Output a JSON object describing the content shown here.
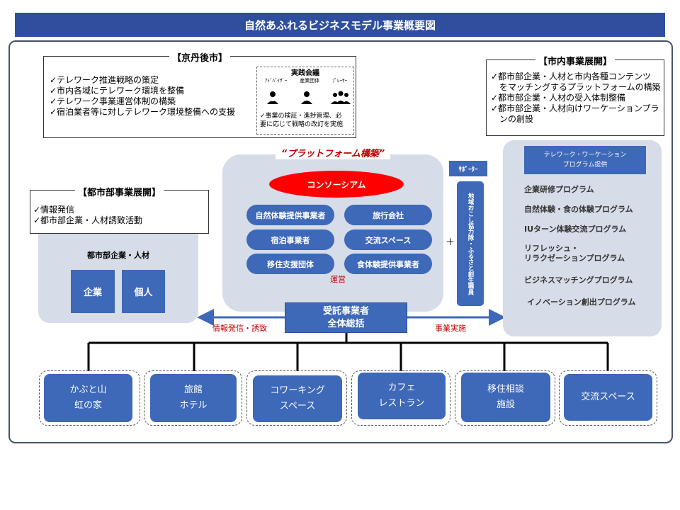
{
  "title": "自然あふれるビジネスモデル事業概要図",
  "kyotango": {
    "title": "【京丹後市】",
    "items": [
      "✓テレワーク推進戦略の策定",
      "✓市内各域にテレワーク環境を整備",
      "✓テレワーク事業運営体制の構築",
      "✓宿泊業者等に対しテレワーク環境整備への支援"
    ],
    "meeting": {
      "title": "実践会議",
      "roles": [
        "ｱﾄﾞﾊﾞｲｻﾞｰ",
        "産業団体",
        "ﾌﾟﾚｰﾔｰ"
      ],
      "note_line1": "✓事業の検証・進捗管理、必",
      "note_line2": "要に応じて戦略の改訂を実施"
    }
  },
  "shinai": {
    "title": "【市内事業展開】",
    "items": [
      "✓都市部企業・人材と市内各種コンテンツ",
      "　をマッチングするプラットフォームの構築",
      "✓都市部企業・人材の受入体制整備",
      "✓都市部企業・人材向けワーケーションプラ",
      "　ンの創設"
    ]
  },
  "toshibu": {
    "title": "【都市部事業展開】",
    "items": [
      "✓情報発信",
      "✓都市部企業・人材誘致活動"
    ],
    "panel_label": "都市部企業・人材",
    "boxes": [
      "企業",
      "個人"
    ]
  },
  "platform": {
    "title": "“プラットフォーム構築”",
    "consortium": "コンソーシアム",
    "members": [
      "自然体験提供事業者",
      "旅行会社",
      "宿泊事業者",
      "交流スペース",
      "移住支援団体",
      "食体験提供事業者"
    ],
    "unei": "運営"
  },
  "supporter": {
    "label": "ｻﾎﾟｰﾀｰ",
    "vertical": "地域おこし協力隊・ふるさと創生職員",
    "plus": "＋"
  },
  "programs": {
    "header_line1": "テレワーク・ワーケーション",
    "header_line2": "プログラム提供",
    "items": [
      "企業研修プログラム",
      "自然体験・食の体験プログラム",
      "IUターン体験交流プログラム",
      "リフレッシュ・",
      "リラクゼーションプログラム",
      "ビジネスマッチングプログラム",
      "イノベーション創出プログラム"
    ]
  },
  "center": {
    "line1": "受託事業者",
    "line2": "全体総括",
    "left_label": "情報発信・誘致",
    "right_label": "事業実施"
  },
  "facilities": [
    {
      "line1": "かぶと山",
      "line2": "虹の家"
    },
    {
      "line1": "旅館",
      "line2": "ホテル"
    },
    {
      "line1": "コワーキング",
      "line2": "スペース"
    },
    {
      "line1": "カフェ",
      "line2": "レストラン"
    },
    {
      "line1": "移住相談",
      "line2": "施設"
    },
    {
      "line1": "交流スペース",
      "line2": ""
    }
  ],
  "colors": {
    "title_bar": "#2f4f9e",
    "box_blue": "#3e68b8",
    "panel": "#d6dce8",
    "consortium_red": "#ff0000"
  }
}
